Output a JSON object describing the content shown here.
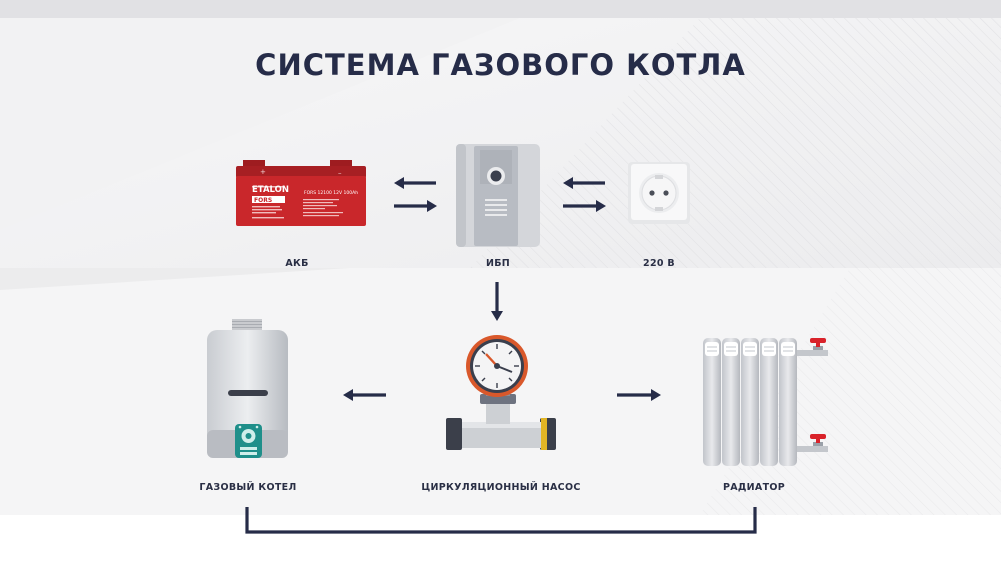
{
  "title": "СИСТЕМА ГАЗОВОГО КОТЛА",
  "colors": {
    "dark_navy": "#262c48",
    "battery_red": "#c9272b",
    "device_gray": "#b8bcc3",
    "pump_orange": "#d9582b",
    "teal": "#1f8f8a",
    "valve_red": "#d9222a"
  },
  "nodes": {
    "battery": {
      "label": "АКБ",
      "icon": "battery-icon",
      "brand": "ETALON",
      "sub_brand": "FORS",
      "model": "FORS 12100 12V 100Ah"
    },
    "ups": {
      "label": "ИБП",
      "icon": "ups-icon"
    },
    "outlet": {
      "label": "220 В",
      "icon": "power-outlet-icon"
    },
    "boiler": {
      "label": "ГАЗОВЫЙ КОТЕЛ",
      "icon": "gas-boiler-icon"
    },
    "pump": {
      "label": "ЦИРКУЛЯЦИОННЫЙ НАСОС",
      "icon": "circulation-pump-icon"
    },
    "radiator": {
      "label": "РАДИАТОР",
      "icon": "radiator-icon"
    }
  },
  "edges": [
    {
      "from": "ups",
      "to": "battery",
      "arrow": "left"
    },
    {
      "from": "battery",
      "to": "ups",
      "arrow": "right"
    },
    {
      "from": "outlet",
      "to": "ups",
      "arrow": "left"
    },
    {
      "from": "ups",
      "to": "outlet",
      "arrow": "right"
    },
    {
      "from": "ups",
      "to": "pump",
      "arrow": "down"
    },
    {
      "from": "pump",
      "to": "boiler",
      "arrow": "left"
    },
    {
      "from": "pump",
      "to": "radiator",
      "arrow": "right"
    },
    {
      "from": "boiler",
      "to": "radiator",
      "arrow": "none"
    }
  ]
}
